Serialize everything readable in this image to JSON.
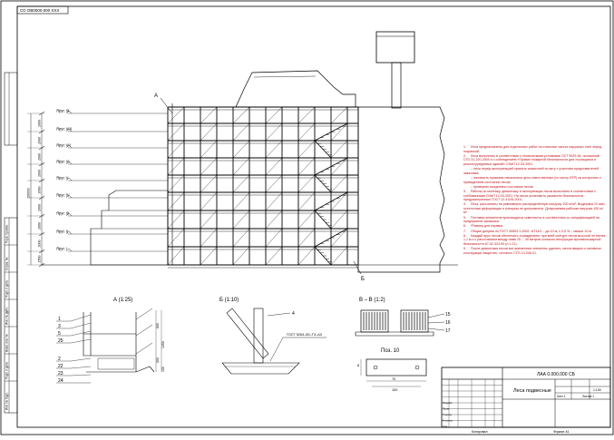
{
  "document": {
    "code_box": "СО ОВ0000.000 ХХХ",
    "sheet_title": "Леса подвесные",
    "sheet_designation": "ЛАА 0.000.000 СБ",
    "scale_label": "1:100",
    "sheet_label": "Лист 1",
    "sheets_label": "Листов 1",
    "kopir_label": "Копировал",
    "format_label": "Формат А1"
  },
  "tiers": [
    "Ярус IX",
    "Ярус VIII",
    "Ярус VII",
    "Ярус VI",
    "Ярус V",
    "Ярус IV",
    "Ярус III",
    "Ярус II",
    "Ярус I"
  ],
  "dims": {
    "height_total": "20000",
    "tier_heights": [
      "2000",
      "2000",
      "2000",
      "2000",
      "2000",
      "2000",
      "2000",
      "2000",
      "2500"
    ]
  },
  "callouts": {
    "a": "А",
    "b": "Б"
  },
  "views": {
    "a": "А (1:25)",
    "b": "Б (1:10)",
    "vv": "В – В (1:2)",
    "poz": "Поз. 10"
  },
  "view_a_numbers": [
    "1",
    "3",
    "5",
    "25",
    "2",
    "22",
    "23",
    "24"
  ],
  "view_a_dims": [
    "600",
    "1250",
    "200",
    "150"
  ],
  "view_b_numbers": [
    "4"
  ],
  "view_b_gost": "ГОСТ 5264–80–Т3–Δ3",
  "view_vv_numbers": [
    "15",
    "16",
    "17"
  ],
  "poz_dims": [
    "70",
    "100",
    "8"
  ],
  "notes": [
    {
      "n": "1.",
      "t": "Леса предназначены для отделочных работ на стальных частях наружных стен перед покраской."
    },
    {
      "n": "2.",
      "t": "Леса выполнять в соответствии с техническими условиями ОСТ 9029-84, положений СТО 31-220-2004 и с соблюдением «Правил пожарной безопасности для строящихся и реконструируемых зданий» СНиП 12-03-2001."
    },
    {
      "n": "",
      "t": "– леса перед эксплуатацией принять комиссией по акту с участием представителей заказчика;"
    },
    {
      "n": "",
      "t": "– назначить приказом начальника цеха ответственных (по числу ИТР) за контролем и приведением состояния лесов;"
    },
    {
      "n": "",
      "t": "– проверять ежедневно состояние лесов."
    },
    {
      "n": "3.",
      "t": "Работы по монтажу, демонтажу и эксплуатации лесов выполнять в соответствии с требованиями СНиП 12-03-2001. На лесах установить указатели безопасности, предусмотренные ГОСТ 12.4.026-2001."
    },
    {
      "n": "4.",
      "t": "Леса, рассчитаны на равномерно распределённую нагрузку 100 кг/м². Выдержка 10 мин, остаточные деформации и трещины не допускаются. Допускаемая рабочая нагрузка 150 кг/м²."
    },
    {
      "n": "5.",
      "t": "Поставка элементов производится комплектно в соответствии со спецификацией на предприятие заказчика."
    },
    {
      "n": "6.",
      "t": "*Размер для справок."
    },
    {
      "n": "7.",
      "t": "Общие допуски по ГОСТ 30893.1-2002: ±IT14/2 – до 10 м; ± 0,5 % – свыше 10 м."
    },
    {
      "n": "8.",
      "t": "Каждый ярус лесов обеспечить ограждением: при всей контуре лесов высотой не менее 1,1 м и с расстоянием между ними 25 ... 30 метров согласно инструкции противопожарной безопасности 67-02-323-90 (п.1.21)."
    },
    {
      "n": "9.",
      "t": "После демонтажа лесов все временные элементы удалить, места вварки и основные конструкции защитить, согласно СТП-13-208-01."
    }
  ],
  "stamp_rows": [
    "Разраб.",
    "Пров.",
    "Т.контр.",
    "Н.контр.",
    "Утв."
  ],
  "left_strip": [
    "Перв. примен.",
    "Справ. №",
    "Подп. и дата",
    "Инв. № дубл.",
    "Взам. инв. №",
    "Подп. и дата",
    "Инв. № подл."
  ]
}
